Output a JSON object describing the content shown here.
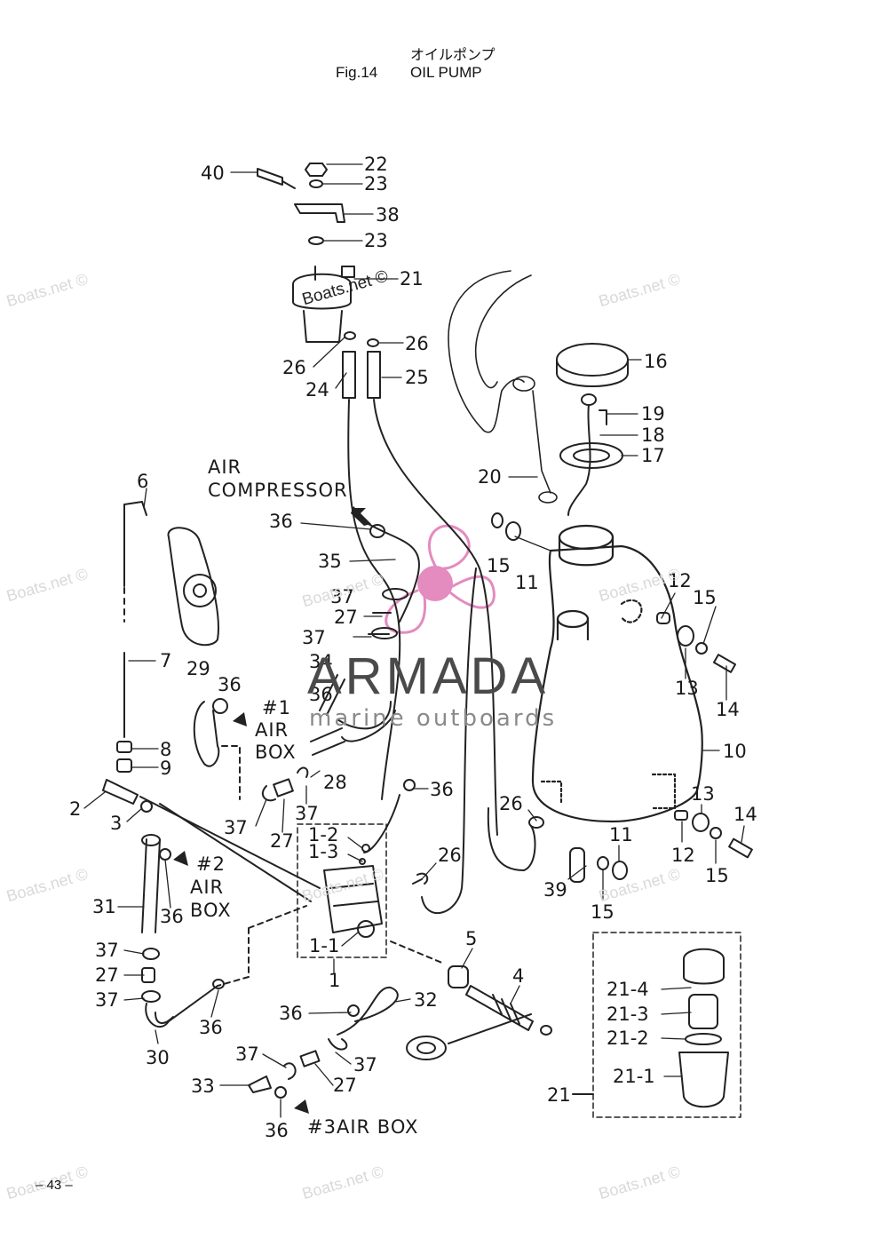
{
  "header": {
    "title_jp": "オイルポンプ",
    "figure": "Fig.14",
    "title_en": "OIL PUMP"
  },
  "page_number": "– 43 –",
  "notes": {
    "air_compressor": [
      "AIR",
      "COMPRESSOR"
    ],
    "air_box_1": [
      "#1",
      "AIR",
      "BOX"
    ],
    "air_box_2": [
      "#2",
      "AIR",
      "BOX"
    ],
    "air_box_3": "#3AIR BOX"
  },
  "callouts": [
    "40",
    "22",
    "23",
    "38",
    "23",
    "21",
    "26",
    "26",
    "24",
    "25",
    "16",
    "19",
    "18",
    "17",
    "20",
    "6",
    "36",
    "35",
    "15",
    "11",
    "37",
    "12",
    "15",
    "27",
    "37",
    "7",
    "29",
    "36",
    "13",
    "14",
    "34",
    "36",
    "10",
    "8",
    "9",
    "28",
    "36",
    "2",
    "3",
    "37",
    "27",
    "37",
    "26",
    "13",
    "14",
    "1-2",
    "1-3",
    "11",
    "12",
    "15",
    "26",
    "39",
    "15",
    "31",
    "36",
    "1-1",
    "1",
    "5",
    "37",
    "27",
    "37",
    "4",
    "36",
    "32",
    "36",
    "30",
    "37",
    "37",
    "33",
    "27",
    "36",
    "21-4",
    "21-3",
    "21-2",
    "21-1",
    "21"
  ],
  "watermark": {
    "text": "Boats.net ©",
    "brand": "ARMADA",
    "tagline": "marine outboards",
    "accent": "#e48bc0"
  }
}
